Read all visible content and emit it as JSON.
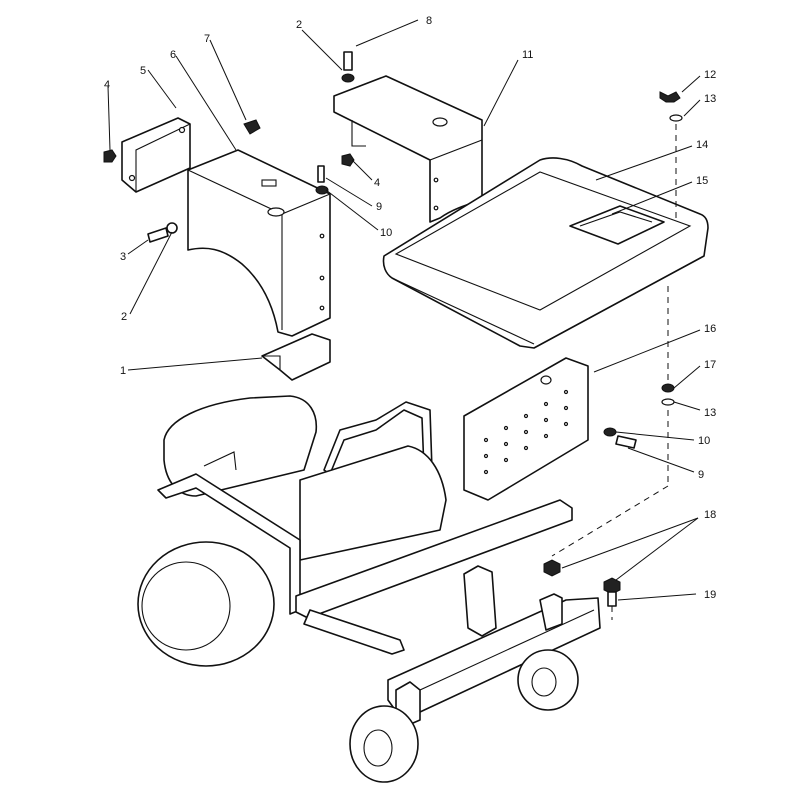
{
  "diagram": {
    "type": "exploded-parts-view",
    "callouts": {
      "c1": "1",
      "c2a": "2",
      "c2b": "2",
      "c3": "3",
      "c4a": "4",
      "c4b": "4",
      "c5": "5",
      "c6": "6",
      "c7": "7",
      "c8": "8",
      "c9a": "9",
      "c9b": "9",
      "c10a": "10",
      "c10b": "10",
      "c11": "11",
      "c12": "12",
      "c13a": "13",
      "c13b": "13",
      "c14": "14",
      "c15": "15",
      "c16": "16",
      "c17": "17",
      "c18": "18",
      "c19": "19"
    }
  }
}
